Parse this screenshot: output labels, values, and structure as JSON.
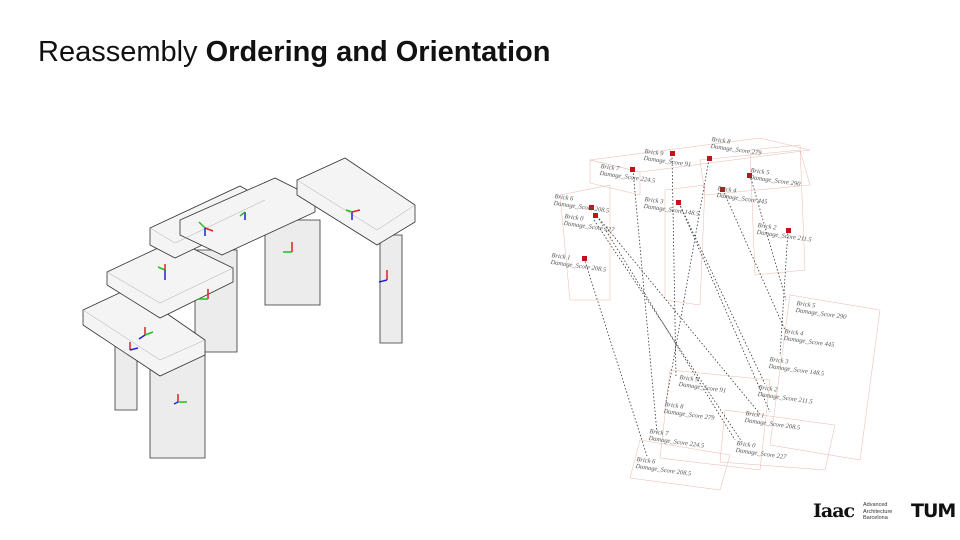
{
  "title": {
    "regular": "Reassembly ",
    "bold": "Ordering and Orientation"
  },
  "diagram_top_labels": [
    {
      "brick": "Brick 9",
      "score": "Damage_Score 91"
    },
    {
      "brick": "Brick 8",
      "score": "Damage_Score 279"
    },
    {
      "brick": "Brick 7",
      "score": "Damage_Score 224.5"
    },
    {
      "brick": "Brick 5",
      "score": "Damage_Score 290"
    },
    {
      "brick": "Brick 4",
      "score": "Damage_Score 445"
    },
    {
      "brick": "Brick 3",
      "score": "Damage_Score 148.5"
    },
    {
      "brick": "Brick 6",
      "score": "Damage_Score 208.5"
    },
    {
      "brick": "Brick 0",
      "score": "Damage_Score 227"
    },
    {
      "brick": "Brick 2",
      "score": "Damage_Score 211.5"
    },
    {
      "brick": "Brick 1",
      "score": "Damage_Score 208.5"
    }
  ],
  "diagram_bottom_labels": [
    {
      "brick": "Brick 5",
      "score": "Damage_Score 290"
    },
    {
      "brick": "Brick 4",
      "score": "Damage_Score 445"
    },
    {
      "brick": "Brick 3",
      "score": "Damage_Score 148.5"
    },
    {
      "brick": "Brick 2",
      "score": "Damage_Score 211.5"
    },
    {
      "brick": "Brick 1",
      "score": "Damage_Score 208.5"
    },
    {
      "brick": "Brick 0",
      "score": "Damage_Score 227"
    },
    {
      "brick": "Brick 9",
      "score": "Damage_Score 91"
    },
    {
      "brick": "Brick 8",
      "score": "Damage_Score 279"
    },
    {
      "brick": "Brick 7",
      "score": "Damage_Score 224.5"
    },
    {
      "brick": "Brick 6",
      "score": "Damage_Score 208.5"
    }
  ],
  "logos": {
    "iaac": "Iaac",
    "iaac_sub": [
      "Advanced",
      "Architecture",
      "Barcelona"
    ],
    "tum": "TUM"
  },
  "colors": {
    "marker": "#c0141c",
    "wire": "#e8b8b0"
  }
}
